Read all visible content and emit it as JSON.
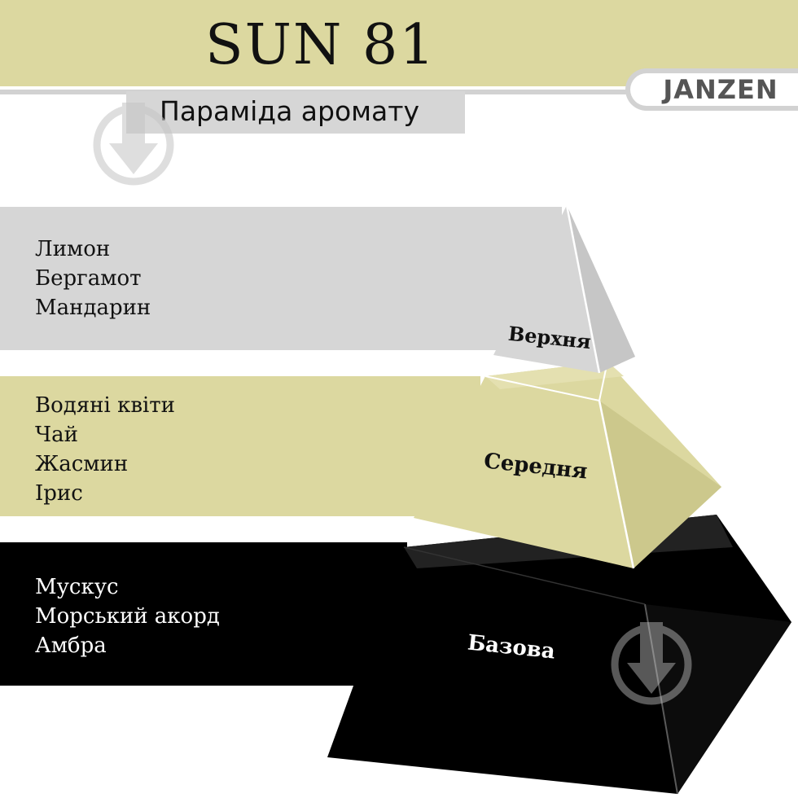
{
  "header": {
    "title": "SUN 81",
    "subtitle": "Параміда аромату",
    "brand": "JANZEN"
  },
  "tiers": [
    {
      "label": "Верхня",
      "notes": [
        "Лимон",
        "Бергамот",
        "Мандарин"
      ]
    },
    {
      "label": "Середня",
      "notes": [
        "Водяні квіти",
        "Чай",
        "Жасмин",
        "Ірис"
      ]
    },
    {
      "label": "Базова",
      "notes": [
        "Мускус",
        "Морський акорд",
        "Амбра"
      ]
    }
  ],
  "colors": {
    "olive": "#dcd8a0",
    "grey": "#d6d6d6",
    "black": "#000000",
    "white": "#ffffff"
  },
  "icons": [
    "download-watermark-icon"
  ]
}
